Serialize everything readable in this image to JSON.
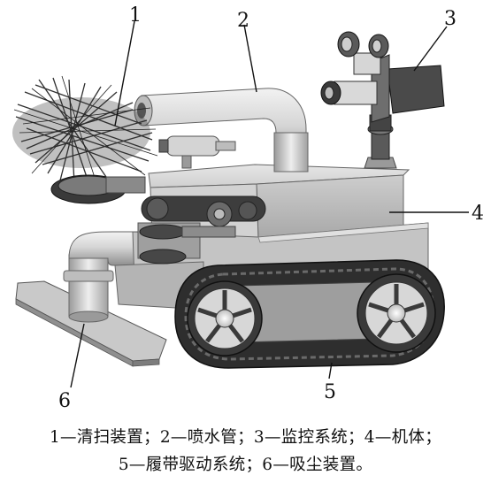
{
  "callouts": [
    "1",
    "2",
    "3",
    "4",
    "5",
    "6"
  ],
  "caption": {
    "line1": "1—清扫装置；2—喷水管；3—监控系统；4—机体；",
    "line2": "5—履带驱动系统；6—吸尘装置。"
  },
  "colors": {
    "body_top": "#d9d9d9",
    "body_side": "#bdbdbd",
    "body_dark": "#8a8a8a",
    "track": "#2b2b2b",
    "brush": "#3a3a3a",
    "camera": "#4a4a4a"
  }
}
